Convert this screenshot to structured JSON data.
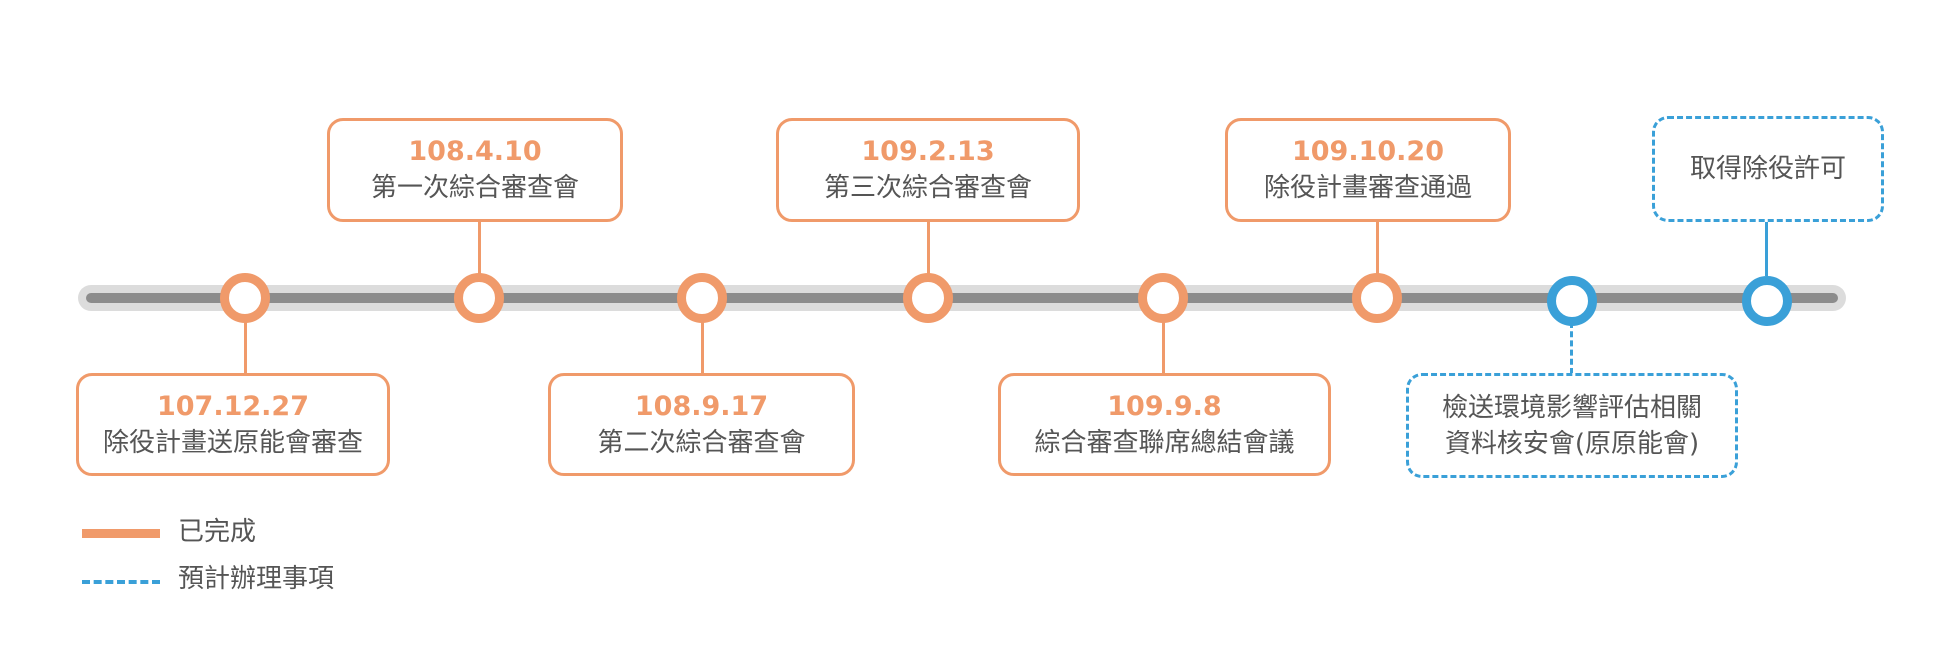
{
  "timeline": {
    "events": [
      {
        "date": "107.12.27",
        "desc": "除役計畫送原能會審查"
      },
      {
        "date": "108.4.10",
        "desc": "第一次綜合審查會"
      },
      {
        "date": "108.9.17",
        "desc": "第二次綜合審查會"
      },
      {
        "date": "109.2.13",
        "desc": "第三次綜合審查會"
      },
      {
        "date": "109.9.8",
        "desc": "綜合審查聯席總結會議"
      },
      {
        "date": "109.10.20",
        "desc": "除役計畫審查通過"
      }
    ],
    "planned": [
      {
        "line1": "檢送環境影響評估相關",
        "line2": "資料核安會(原原能會)"
      },
      {
        "line1": "取得除役許可"
      }
    ]
  },
  "legend": {
    "done_label": "已完成",
    "planned_label": "預計辦理事項"
  },
  "colors": {
    "done": "#f09a6a",
    "planned": "#3aa0d8",
    "track": "#8c8c8c",
    "track_halo": "#dcdcdc",
    "text": "#555555"
  }
}
